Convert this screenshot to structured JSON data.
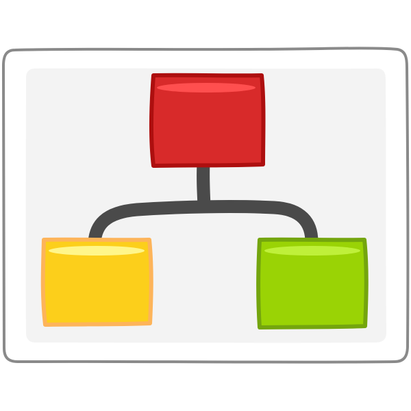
{
  "icon": {
    "semantic": "hierarchy-diagram-icon",
    "colors": {
      "frame_stroke": "#8a8a8a",
      "frame_fill": "#ffffff",
      "panel_fill": "#f3f3f3",
      "connector": "#4a4a4a",
      "top_node_fill": "#d82a2a",
      "top_node_border": "#ad0f0f",
      "top_node_highlight": "#ff4f4f",
      "left_node_fill": "#fccf1b",
      "left_node_border": "#fdb45a",
      "left_node_highlight": "#fff68a",
      "right_node_fill": "#9ad305",
      "right_node_border": "#74a50e",
      "right_node_highlight": "#bff03a"
    },
    "nodes": [
      {
        "id": "top",
        "level": 0
      },
      {
        "id": "left",
        "level": 1
      },
      {
        "id": "right",
        "level": 1
      }
    ],
    "edges": [
      {
        "from": "top",
        "to": "left"
      },
      {
        "from": "top",
        "to": "right"
      }
    ]
  }
}
